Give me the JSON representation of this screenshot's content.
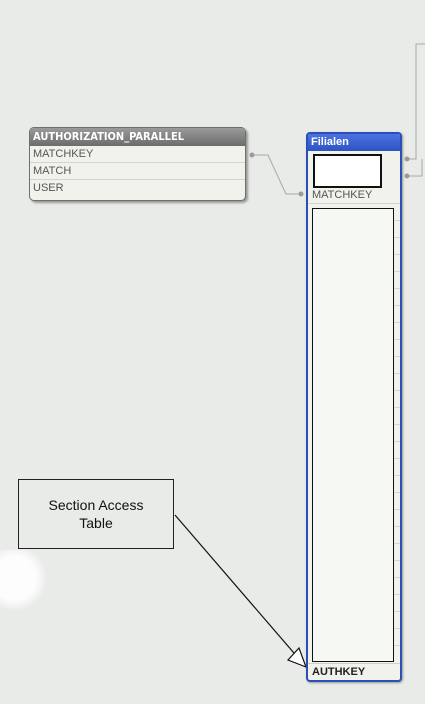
{
  "canvas": {
    "background": "#e8ebe8"
  },
  "tables": {
    "authorization_parallel": {
      "title": "AUTHORIZATION_PARALLEL",
      "header_color": "#7a7a7a",
      "fields": [
        "MATCHKEY",
        "MATCH",
        "USER"
      ]
    },
    "filialen": {
      "title": "Filialen",
      "header_color": "#2e54c2",
      "fields": {
        "match_field": "MATCHKEY",
        "auth_field": "AUTHKEY"
      }
    }
  },
  "callout": {
    "text": "Section Access\nTable"
  }
}
